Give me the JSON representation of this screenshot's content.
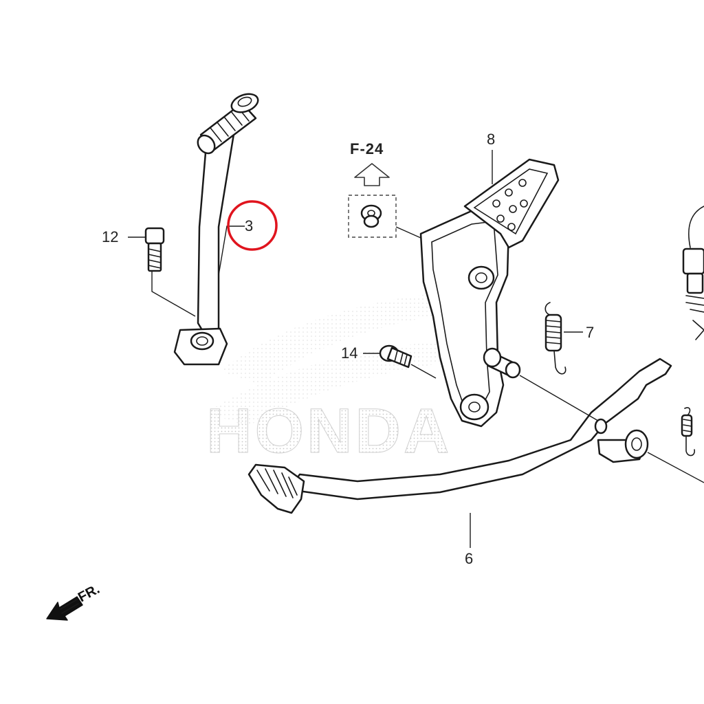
{
  "watermark": {
    "brand": "HONDA"
  },
  "reference": {
    "section": "F-24"
  },
  "direction": {
    "front_label": "FR."
  },
  "highlight": {
    "target_callout": "3",
    "color": "#e0141e"
  },
  "callouts": {
    "c3": "3",
    "c6": "6",
    "c7": "7",
    "c8": "8",
    "c12": "12",
    "c14": "14"
  }
}
